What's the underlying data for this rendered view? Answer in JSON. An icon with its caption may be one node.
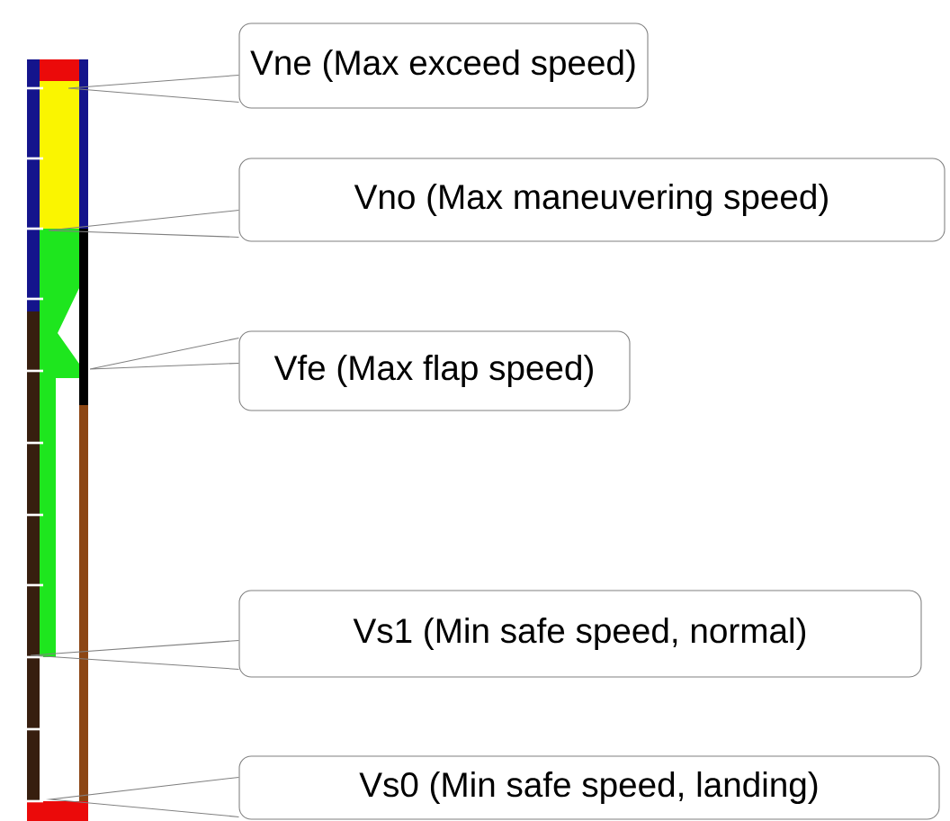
{
  "diagram": {
    "nodes": [
      {
        "text": [
          "Vne (Max exceed speed)"
        ]
      },
      {
        "text": [
          "Vno (Max maneuvering speed)"
        ]
      },
      {
        "text": [
          "Vfe (Max flap speed)"
        ]
      },
      {
        "text": [
          "Vs1 (Min safe speed, normal)"
        ]
      },
      {
        "text": [
          "Vs0 (Min safe speed, landing)"
        ]
      }
    ],
    "edges": [
      {
        "from": 0,
        "to": null,
        "arrow": "none"
      },
      {
        "from": 1,
        "to": null,
        "arrow": "none"
      },
      {
        "from": 2,
        "to": null,
        "arrow": "none"
      },
      {
        "from": 3,
        "to": null,
        "arrow": "none"
      },
      {
        "from": 4,
        "to": null,
        "arrow": "none"
      }
    ]
  }
}
